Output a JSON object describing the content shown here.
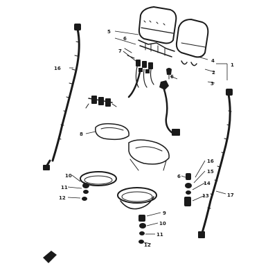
{
  "diagram": {
    "type": "exploded-parts-view",
    "line_color": "#1a1a1a",
    "background": "#ffffff",
    "callouts": [
      {
        "id": "c1",
        "text": "1"
      },
      {
        "id": "c2",
        "text": "2"
      },
      {
        "id": "c3",
        "text": "3"
      },
      {
        "id": "c4",
        "text": "4"
      },
      {
        "id": "c5",
        "text": "5"
      },
      {
        "id": "c6a",
        "text": "6"
      },
      {
        "id": "c7",
        "text": "7"
      },
      {
        "id": "c6b",
        "text": "6"
      },
      {
        "id": "c8",
        "text": "8"
      },
      {
        "id": "c16",
        "text": "16"
      },
      {
        "id": "c10a",
        "text": "10"
      },
      {
        "id": "c11a",
        "text": "11"
      },
      {
        "id": "c12a",
        "text": "12"
      },
      {
        "id": "c9",
        "text": "9"
      },
      {
        "id": "c10b",
        "text": "10"
      },
      {
        "id": "c11b",
        "text": "11"
      },
      {
        "id": "c12b",
        "text": "12"
      },
      {
        "id": "c6c",
        "text": "6"
      },
      {
        "id": "c16b",
        "text": "16"
      },
      {
        "id": "c15",
        "text": "15"
      },
      {
        "id": "c14",
        "text": "14"
      },
      {
        "id": "c13",
        "text": "13"
      },
      {
        "id": "c17",
        "text": "17"
      }
    ]
  }
}
